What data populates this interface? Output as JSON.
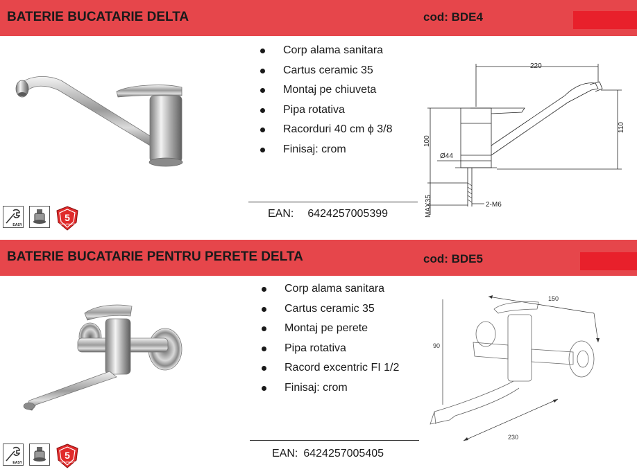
{
  "products": [
    {
      "title": "BATERIE BUCATARIE DELTA",
      "code": "cod: BDE4",
      "features": [
        "Corp alama sanitara",
        "Cartus ceramic  35",
        "Montaj pe chiuveta",
        "Pipa rotativa",
        "Racorduri 40 cm ϕ 3/8",
        "Finisaj: crom"
      ],
      "ean_label": "EAN:",
      "ean_value": "6424257005399",
      "dimensions": {
        "width": "220",
        "height_right": "110",
        "height_left": "100",
        "diameter": "Ø44",
        "max": "MAX35",
        "thread": "2-M6"
      }
    },
    {
      "title": "BATERIE  BUCATARIE PENTRU PERETE DELTA",
      "code": "cod: BDE5",
      "features": [
        "Corp alama sanitara",
        "Cartus ceramic  35",
        "Montaj pe perete",
        "Pipa rotativa",
        "Racord excentric FI 1/2",
        "Finisaj: crom"
      ],
      "ean_label": "EAN:",
      "ean_value": "6424257005405",
      "dimensions": {
        "width_top": "150",
        "height_left": "90",
        "width_bottom": "230"
      }
    }
  ],
  "badges": {
    "easy_label": "EASY",
    "warranty_years": "5",
    "warranty_text": "ANI GARANTIE"
  },
  "colors": {
    "header_bar": "#e6464b",
    "red_block": "#e8202b",
    "badge_red": "#e02a2a"
  }
}
